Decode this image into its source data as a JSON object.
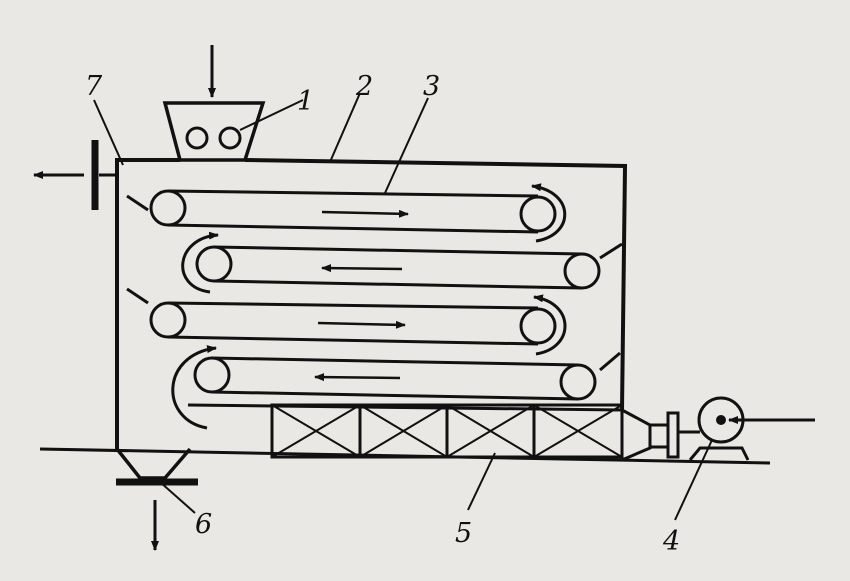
{
  "labels": {
    "l1": "1",
    "l2": "2",
    "l3": "3",
    "l4": "4",
    "l5": "5",
    "l6": "6",
    "l7": "7"
  },
  "colors": {
    "paper": "#e9e8e4",
    "ink": "#111111"
  }
}
